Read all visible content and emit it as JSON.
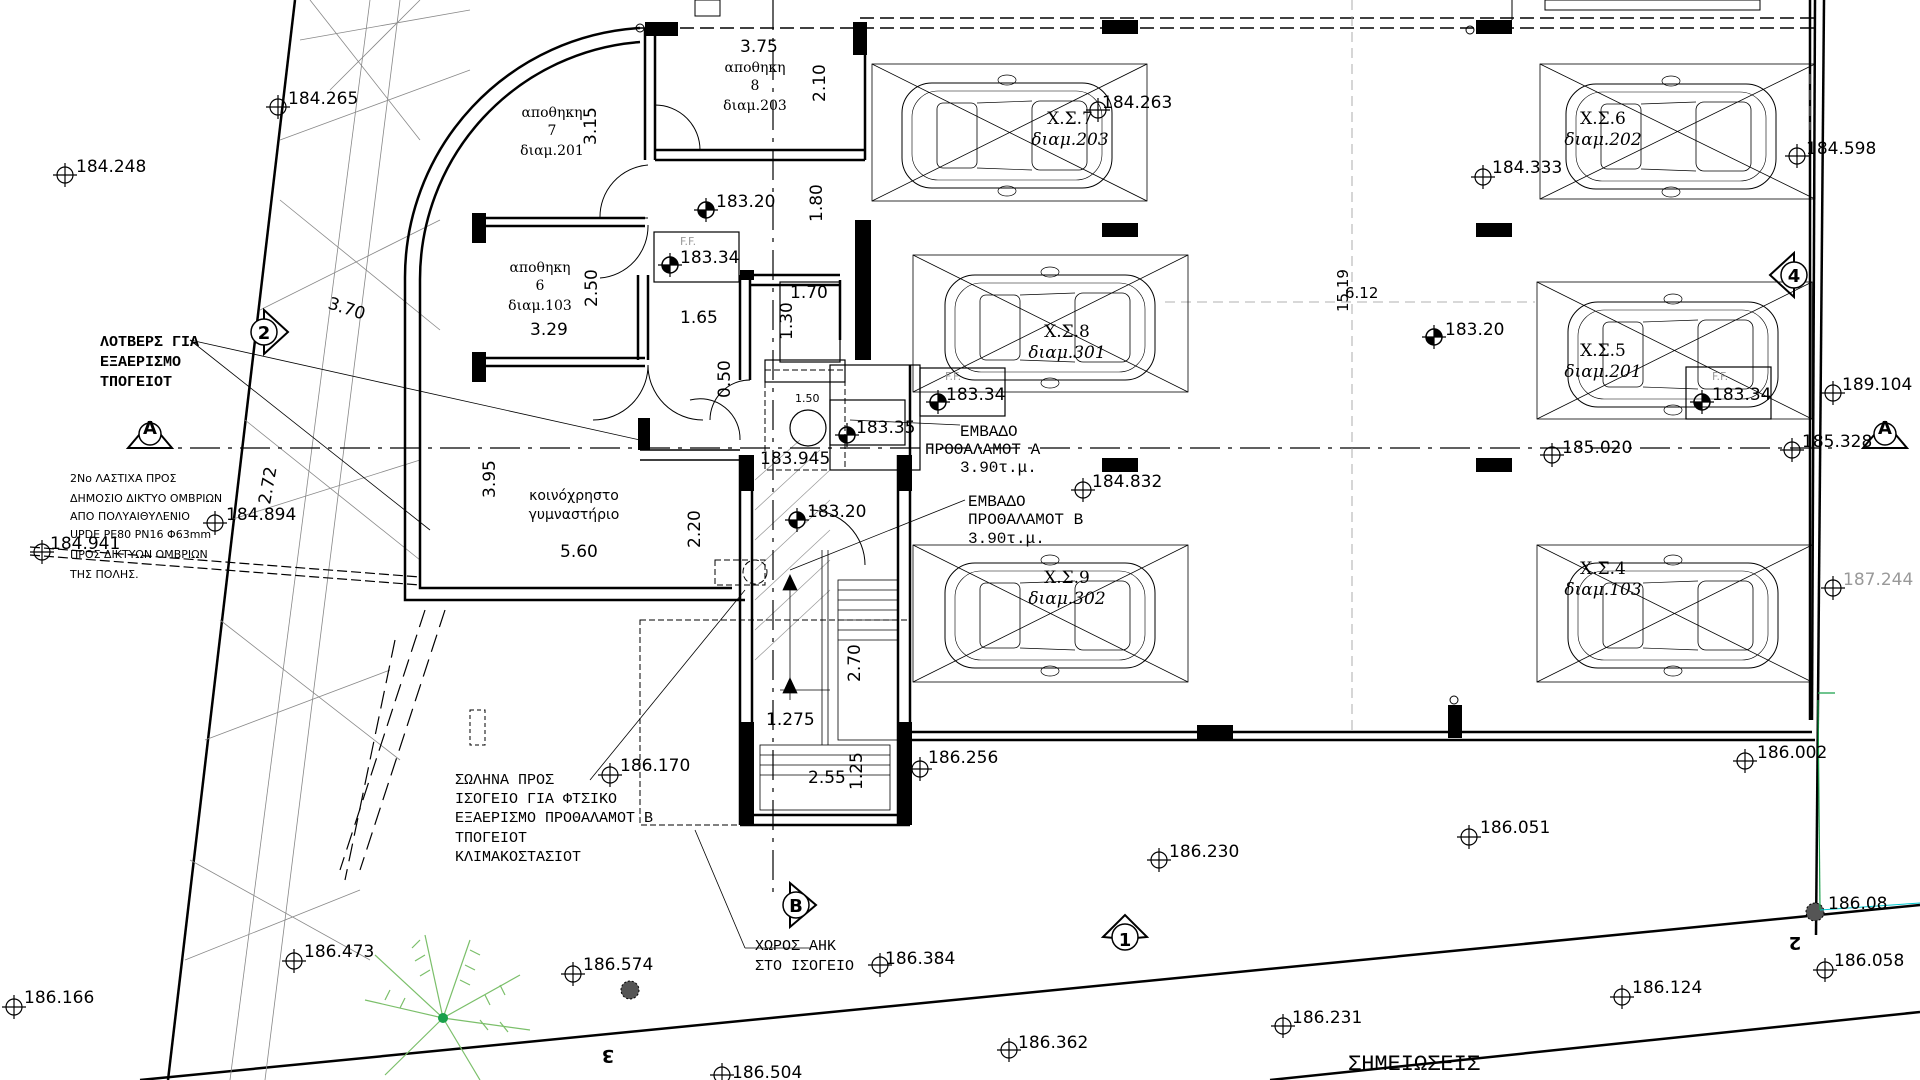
{
  "storerooms": [
    {
      "title": "αποθηκη",
      "num": "8",
      "code": "διαμ.203"
    },
    {
      "title": "αποθηκη",
      "num": "7",
      "code": "διαμ.201"
    },
    {
      "title": "αποθηκη",
      "num": "6",
      "code": "διαμ.103"
    }
  ],
  "parking": [
    {
      "name": "Χ.Σ.7",
      "code": "διαμ.203"
    },
    {
      "name": "Χ.Σ.6",
      "code": "διαμ.202"
    },
    {
      "name": "Χ.Σ.8",
      "code": "διαμ.301"
    },
    {
      "name": "Χ.Σ.5",
      "code": "διαμ.201"
    },
    {
      "name": "Χ.Σ.9",
      "code": "διαμ.302"
    },
    {
      "name": "Χ.Σ.4",
      "code": "διαμ.103"
    }
  ],
  "gym": {
    "line1": "κοινόχρηστο",
    "line2": "γυμναστήριο"
  },
  "dims": {
    "d375": "3.75",
    "d210": "2.10",
    "d315": "3.15",
    "d180": "1.80",
    "d250": "2.50",
    "d165": "1.65",
    "d170": "1.70",
    "d130": "1.30",
    "d329": "3.29",
    "d370": "3.70",
    "d050": "0.50",
    "d150": "1.50",
    "d395": "3.95",
    "d220": "2.20",
    "d560": "5.60",
    "d270": "2.70",
    "d1275": "1.275",
    "d125": "1.25",
    "d255": "2.55",
    "d1519": "15.19",
    "d612": "6.12",
    "d272": "2.72"
  },
  "levels": {
    "l184265": "184.265",
    "l184248": "184.248",
    "l184263": "184.263",
    "l184333": "184.333",
    "l184598": "184.598",
    "l18320a": "183.20",
    "l18334a": "183.34",
    "l18334b": "183.34",
    "l18335": "183.35",
    "l18320b": "183.20",
    "l18334c": "183.34",
    "l189104": "189.104",
    "l185020": "185.020",
    "l185328": "185.328",
    "l184832": "184.832",
    "l183945": "183.945",
    "l18320c": "183.20",
    "l184894": "184.894",
    "l184941": "184.941",
    "l187244": "187.244",
    "l186170": "186.170",
    "l186256": "186.256",
    "l186002": "186.002",
    "l186051": "186.051",
    "l186230": "186.230",
    "l18608": "186.08",
    "l186473": "186.473",
    "l186574": "186.574",
    "l186384": "186.384",
    "l186058": "186.058",
    "l186124": "186.124",
    "l186166": "186.166",
    "l186231": "186.231",
    "l186362": "186.362",
    "l186504": "186.504",
    "l183350": "183.350"
  },
  "notes": {
    "louvres": [
      "ΛΟΤΒΕΡΣ ΓΙΑ",
      "ΕΞΑΕΡΙΣΜΟ",
      "ΤΠΟΓΕΙΟΤ"
    ],
    "drain": [
      "2Νο ΛΑΣΤΙΧΑ ΠΡΟΣ",
      "ΔΗΜΟΣΙΟ ΔΙΚΤΥΟ ΟΜΒΡΙΩΝ",
      "ΑΠΟ ΠΟΛΥΑΙΘΥΛΕΝΙΟ",
      "UPDE PE80 PN16 Φ63mm",
      "ΠΡΟΣ ΔΙΚΤΥΩΝ ΟΜΒΡΙΩΝ",
      "ΤΗΣ ΠΟΛΗΣ."
    ],
    "lobbyA": [
      "ΕΜΒΑΔΟ",
      "ΠΡΟΘΑΛΑΜΟΤ Α",
      "3.90τ.μ."
    ],
    "lobbyB": [
      "ΕΜΒΑΔΟ",
      "ΠΡΟΘΑΛΑΜΟΤ Β",
      "3.90τ.μ."
    ],
    "pipe": [
      "ΣΩΛΗΝΑ ΠΡΟΣ",
      "ΙΣΟΓΕΙΟ ΓΙΑ ΦΤΣΙΚΟ",
      "ΕΞΑΕΡΙΣΜΟ ΠΡΟΘΑΛΑΜΟΤ Β",
      "ΤΠΟΓΕΙΟΤ",
      "ΚΛΙΜΑΚΟΣΤΑΣΙΟΤ"
    ],
    "space": [
      "ΧΩΡΟΣ ΑΗΚ",
      "ΣΤΟ ΙΣΟΓΕΙΟ"
    ],
    "remarks": "ΣΗΜΕΙΩΣΕΙΣ",
    "ff1": "F.F.",
    "ff2": "F.F.",
    "ff3": "F.F."
  },
  "markers": {
    "axisA": "A",
    "axisB": "B",
    "n1": "1",
    "n2": "2",
    "n4": "4",
    "n2b": "2",
    "n3": "3"
  },
  "colors": {
    "ink": "#000000",
    "grey": "#999999",
    "palm": "#7bbf6a",
    "cyan": "#00c8d0"
  }
}
